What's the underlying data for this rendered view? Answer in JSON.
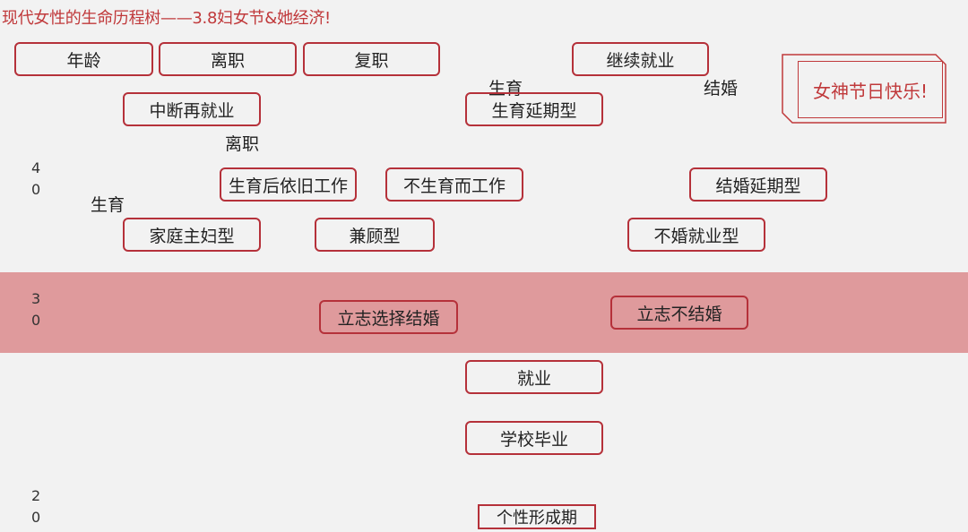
{
  "title": "现代女性的生命历程树——3.8妇女节&她经济!",
  "badge": "女神节日快乐!",
  "y_axis": {
    "label_40": [
      "4",
      "0"
    ],
    "label_30": [
      "3",
      "0"
    ],
    "label_20": [
      "2",
      "0"
    ]
  },
  "nodes": {
    "age": "年龄",
    "quit_1": "离职",
    "return_work": "复职",
    "continue_work": "继续就业",
    "interrupted_reemploy": "中断再就业",
    "childbirth_delay": "生育延期型",
    "work_after_birth": "生育后依旧工作",
    "no_birth_work": "不生育而工作",
    "marriage_delay": "结婚延期型",
    "housewife": "家庭主妇型",
    "balance": "兼顾型",
    "unmarried_work": "不婚就业型",
    "choose_marriage": "立志选择结婚",
    "not_marry": "立志不结婚",
    "employment": "就业",
    "graduation": "学校毕业",
    "personality": "个性形成期"
  },
  "labels": {
    "birth_upper": "生育",
    "marriage": "结婚",
    "quit_2": "离职",
    "birth_lower": "生育"
  },
  "colors": {
    "accent": "#b5313a",
    "band": "#df9a9c",
    "background": "#f2f2f2"
  }
}
